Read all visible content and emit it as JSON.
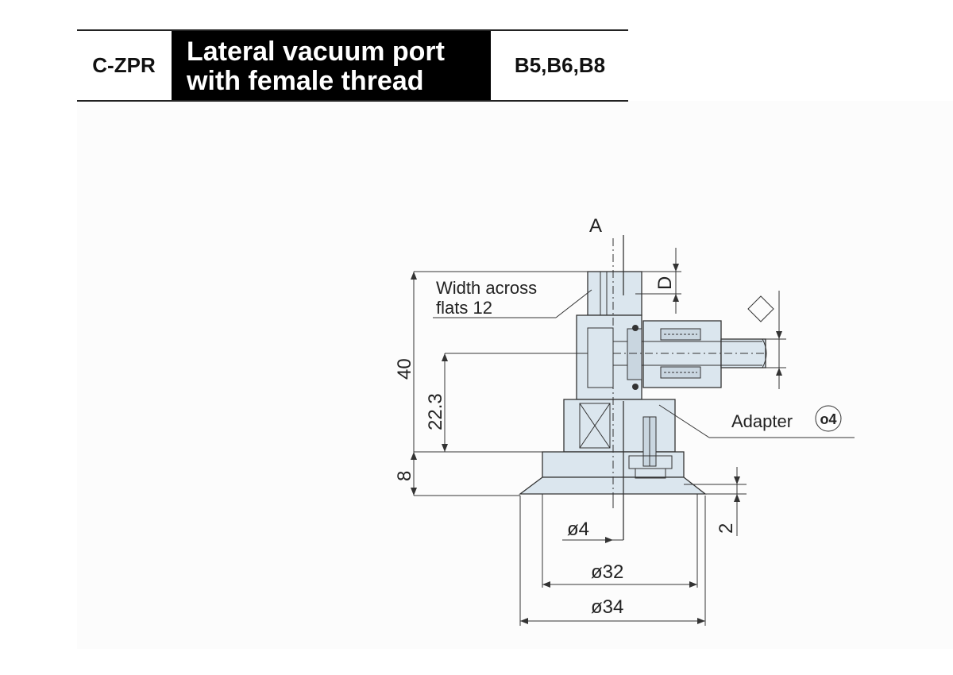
{
  "header": {
    "code": "C-ZPR",
    "title_line1": "Lateral vacuum port",
    "title_line2": "with female thread",
    "variants": "B5,B6,B8"
  },
  "drawing": {
    "section_label": "A",
    "dim_d": "D",
    "width_across_flats_line1": "Width across",
    "width_across_flats_line2": "flats 12",
    "dim_40": "40",
    "dim_22_3": "22.3",
    "dim_8": "8",
    "dim_2": "2",
    "dia_4": "ø4",
    "dia_32": "ø32",
    "dia_34": "ø34",
    "adapter_label": "Adapter",
    "adapter_badge": "o4",
    "fitting_symbol": "◇"
  },
  "colors": {
    "part_fill": "#dbe6ee",
    "line": "#333333",
    "title_bg": "#000000"
  }
}
